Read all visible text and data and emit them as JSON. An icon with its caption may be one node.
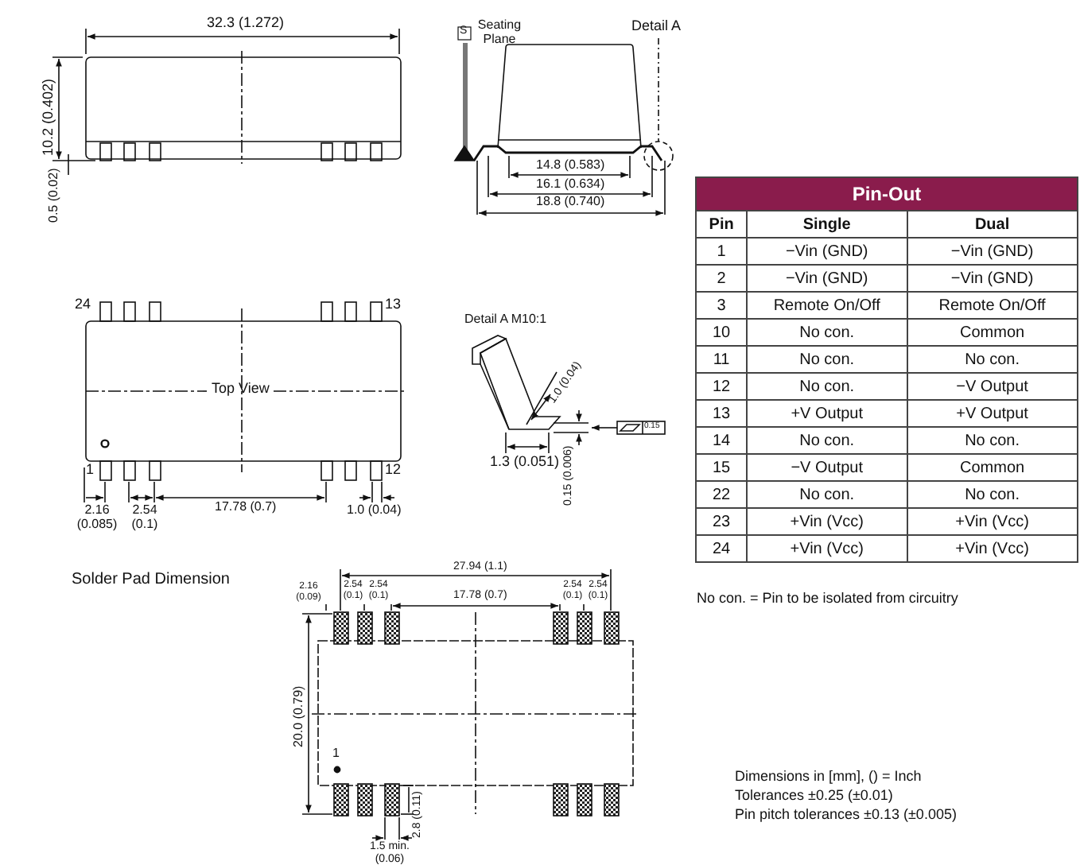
{
  "diagram": {
    "labels": [
      "32.3 (1.272)",
      "10.2 (0.402)",
      "0.5 (0.02)",
      "Seating Plane",
      "S",
      "Detail A",
      "14.8 (0.583)",
      "16.1 (0.634)",
      "18.8 (0.740)",
      "24",
      "13",
      "Top View",
      "1",
      "12",
      "2.16 (0.085)",
      "2.54 (0.1)",
      "17.78 (0.7)",
      "1.0 (0.04)",
      "Detail A  M10:1",
      "1.0 (0.04)",
      "1.3 (0.051)",
      "0.15 (0.006)",
      "0.15",
      "Pin-Out",
      "Pin",
      "Single",
      "Dual",
      "1",
      "−Vin (GND)",
      "−Vin (GND)",
      "2",
      "−Vin (GND)",
      "−Vin (GND)",
      "3",
      "Remote On/Off",
      "Remote On/Off",
      "10",
      "No con.",
      "Common",
      "11",
      "No con.",
      "No con.",
      "12",
      "No con.",
      "−V Output",
      "13",
      "+V Output",
      "+V Output",
      "14",
      "No con.",
      "No con.",
      "15",
      "−V Output",
      "Common",
      "22",
      "No con.",
      "No con.",
      "23",
      "+Vin (Vcc)",
      "+Vin (Vcc)",
      "24",
      "+Vin (Vcc)",
      "+Vin (Vcc)",
      "No con. = Pin to be isolated from circuitry",
      "Solder Pad Dimension",
      "27.94 (1.1)",
      "2.16 (0.09)",
      "2.54 (0.1)",
      "2.54 (0.1)",
      "17.78 (0.7)",
      "2.54 (0.1)",
      "2.54 (0.1)",
      "20.0 (0.79)",
      "1",
      "2.8 (0.11)",
      "1.5 min. (0.06)",
      "Dimensions in [mm], () = Inch",
      "Tolerances  ±0.25 (±0.01)",
      "Pin pitch tolerances ±0.13 (±0.005)"
    ]
  }
}
